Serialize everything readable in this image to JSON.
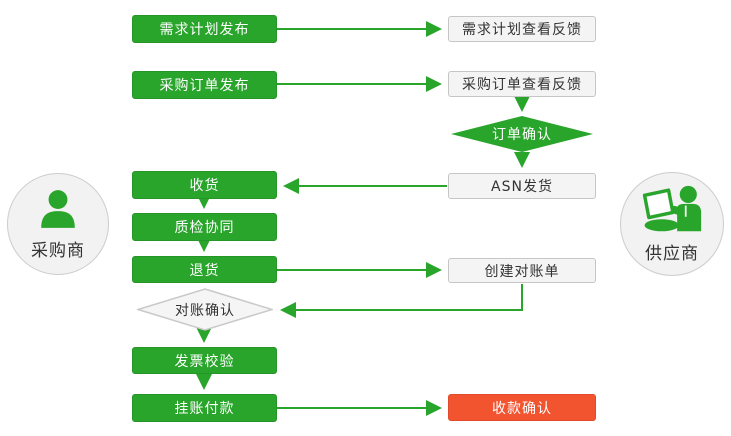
{
  "palette": {
    "green": "#2aa52c",
    "red": "#f2542f",
    "node_gray": "#f4f4f4",
    "border_gray": "#c6c6c6",
    "text_dark": "#333333",
    "text_light": "#ffffff"
  },
  "actors": {
    "buyer": {
      "label": "采购商",
      "icon": "buyer-person-icon"
    },
    "supplier": {
      "label": "供应商",
      "icon": "supplier-person-computer-icon"
    }
  },
  "nodes": {
    "demand_plan_publish": {
      "label": "需求计划发布",
      "owner": "buyer",
      "style": "green-box"
    },
    "po_publish": {
      "label": "采购订单发布",
      "owner": "buyer",
      "style": "green-box"
    },
    "receive_goods": {
      "label": "收货",
      "owner": "buyer",
      "style": "green-box"
    },
    "quality_collab": {
      "label": "质检协同",
      "owner": "buyer",
      "style": "green-box"
    },
    "return_goods": {
      "label": "退货",
      "owner": "buyer",
      "style": "green-box"
    },
    "invoice_check": {
      "label": "发票校验",
      "owner": "buyer",
      "style": "green-box"
    },
    "book_payment": {
      "label": "挂账付款",
      "owner": "buyer",
      "style": "green-box"
    },
    "demand_plan_feedback": {
      "label": "需求计划查看反馈",
      "owner": "supplier",
      "style": "white-box"
    },
    "po_feedback": {
      "label": "采购订单查看反馈",
      "owner": "supplier",
      "style": "white-box"
    },
    "asn_ship": {
      "label": "ASN发货",
      "owner": "supplier",
      "style": "white-box"
    },
    "create_statement": {
      "label": "创建对账单",
      "owner": "supplier",
      "style": "white-box"
    },
    "payment_confirm": {
      "label": "收款确认",
      "owner": "supplier",
      "style": "red-box"
    },
    "order_confirm": {
      "label": "订单确认",
      "owner": "supplier",
      "style": "green-diamond"
    },
    "statement_confirm": {
      "label": "对账确认",
      "owner": "buyer",
      "style": "white-diamond"
    }
  },
  "edges": [
    "需求计划发布 → 需求计划查看反馈",
    "采购订单发布 → 采购订单查看反馈",
    "采购订单查看反馈 → 订单确认",
    "订单确认 → ASN发货",
    "ASN发货 → 收货",
    "收货 → 质检协同",
    "质检协同 → 退货",
    "退货 → 创建对账单",
    "创建对账单 → 对账确认",
    "对账确认 → 发票校验",
    "发票校验 → 挂账付款",
    "挂账付款 → 收款确认"
  ]
}
